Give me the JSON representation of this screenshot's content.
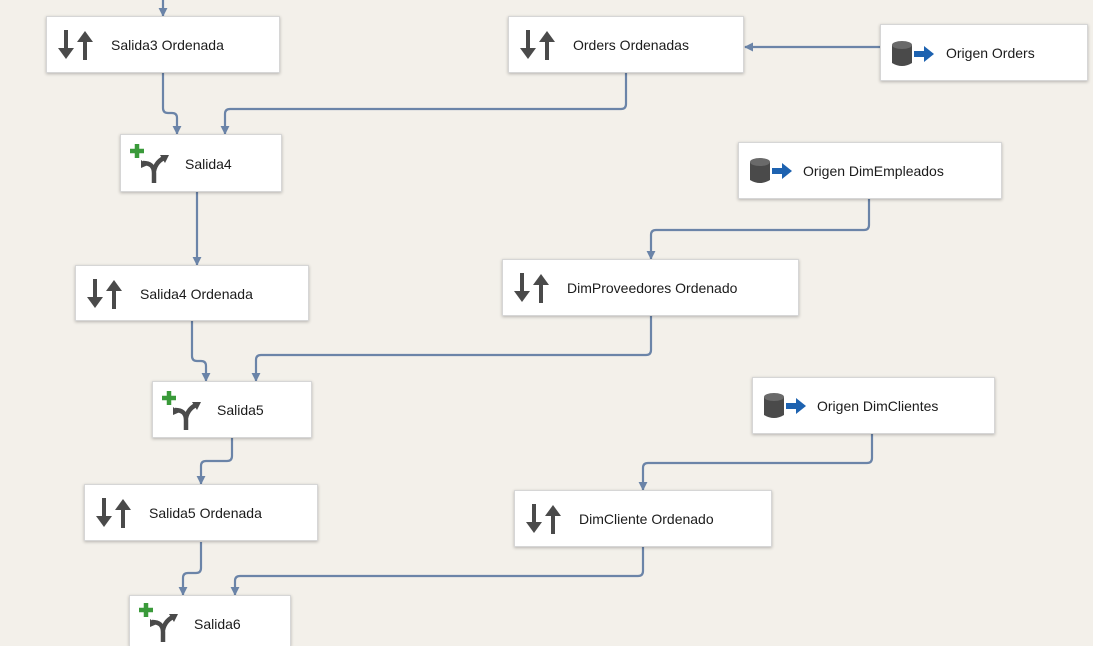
{
  "nodes": {
    "salida3_ordenada": {
      "label": "Salida3 Ordenada",
      "icon": "sort-icon"
    },
    "orders_ordenadas": {
      "label": "Orders Ordenadas",
      "icon": "sort-icon"
    },
    "origen_orders": {
      "label": "Origen Orders",
      "icon": "source-icon"
    },
    "salida4": {
      "label": "Salida4",
      "icon": "merge-join-icon"
    },
    "origen_dimempleados": {
      "label": "Origen DimEmpleados",
      "icon": "source-icon"
    },
    "salida4_ordenada": {
      "label": "Salida4 Ordenada",
      "icon": "sort-icon"
    },
    "dimproveedores_ordenado": {
      "label": "DimProveedores Ordenado",
      "icon": "sort-icon"
    },
    "salida5": {
      "label": "Salida5",
      "icon": "merge-join-icon"
    },
    "origen_dimclientes": {
      "label": "Origen DimClientes",
      "icon": "source-icon"
    },
    "salida5_ordenada": {
      "label": "Salida5 Ordenada",
      "icon": "sort-icon"
    },
    "dimcliente_ordenado": {
      "label": "DimCliente Ordenado",
      "icon": "sort-icon"
    },
    "salida6": {
      "label": "Salida6",
      "icon": "merge-join-icon"
    }
  },
  "colors": {
    "background": "#f3f0ea",
    "connector": "#6b84a8",
    "icon_dark": "#4a4a4a",
    "merge_green": "#3a9a3a",
    "source_arrow": "#1d62b0"
  }
}
